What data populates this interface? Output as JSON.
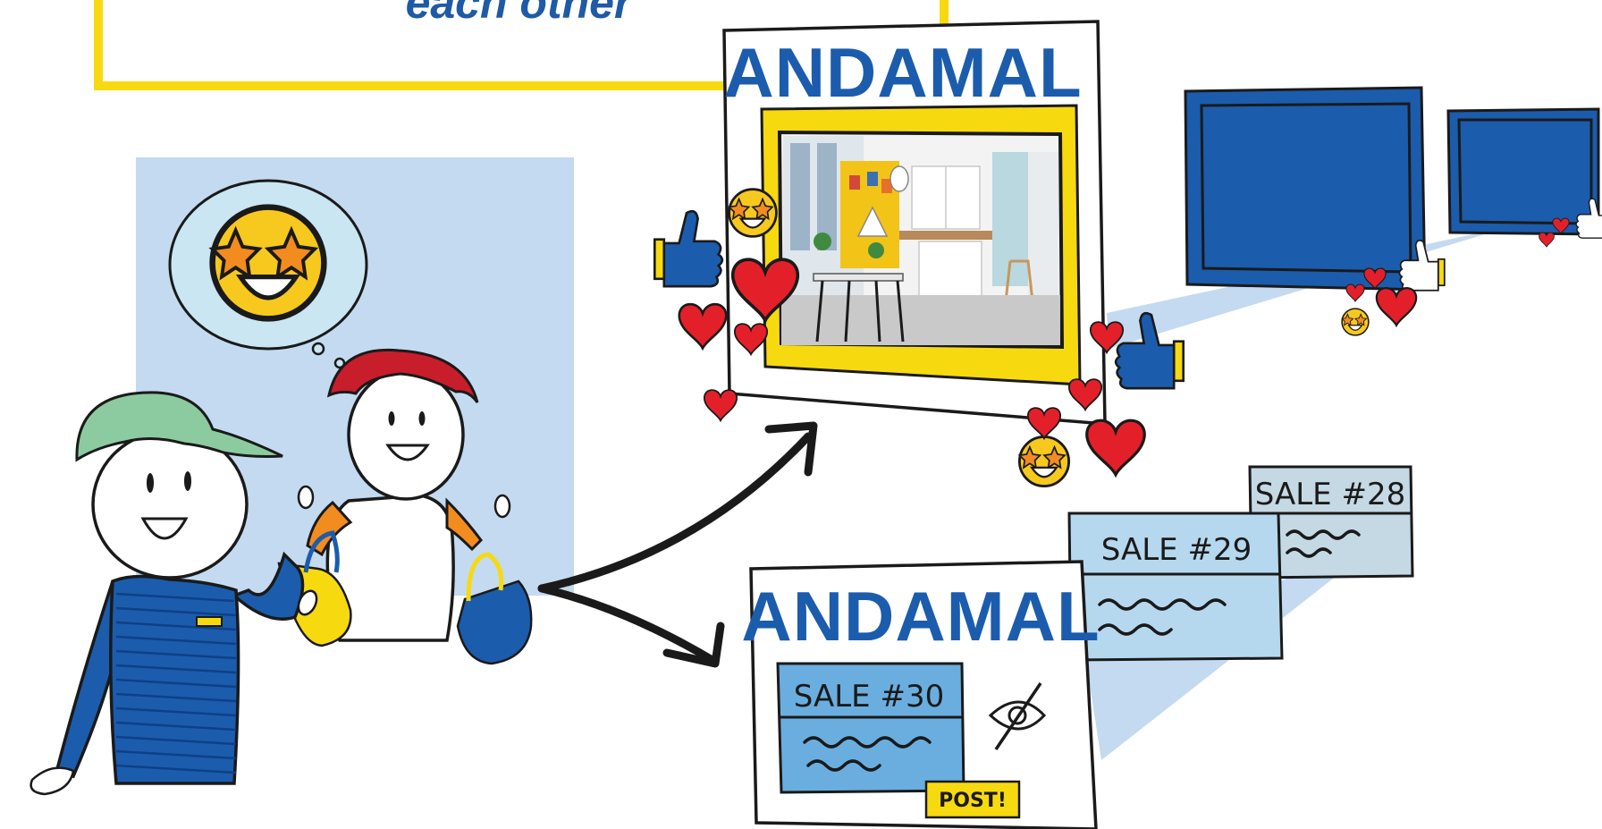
{
  "heading": {
    "text": "each other"
  },
  "brand_top": {
    "label": "ANDAMAL"
  },
  "brand_bottom": {
    "label": "ANDAMAL"
  },
  "sale_cards": [
    {
      "label": "SALE #28"
    },
    {
      "label": "SALE #29"
    },
    {
      "label": "SALE #30"
    }
  ],
  "post_tag": {
    "label": "POST!"
  },
  "colors": {
    "blue": "#1b5cad",
    "yellow": "#f7d90f",
    "light_blue": "#c4daf0",
    "red": "#e3202a",
    "green_hair": "#8ccba0",
    "red_hair": "#c81d2b",
    "orange_sleeve": "#f28c1e"
  },
  "icons": [
    "thumbs-up-icon",
    "heart-icon",
    "star-eyes-emoji-icon",
    "hidden-eye-icon",
    "arrow-icon"
  ]
}
